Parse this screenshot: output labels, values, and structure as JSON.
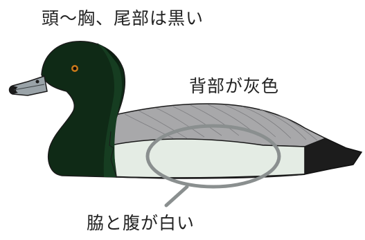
{
  "labels": {
    "head_chest_tail": "頭〜胸、尾部は黒い",
    "back": "背部が灰色",
    "flank_belly": "脇と腹が白い"
  },
  "colors": {
    "background": "#ffffff",
    "head_black_green": "#0f2a16",
    "head_shading": "#163d21",
    "bill_gray": "#9aa3a8",
    "nail_black": "#1a1a1a",
    "eye_ring": "#c87a1a",
    "back_gray": "#a8a8aa",
    "flank_white": "#e4ece4",
    "tail_black": "#1c1c1c",
    "outline": "#1a1a1a",
    "highlight_circle": "#8a8f8f",
    "text": "#222222"
  },
  "icons": {
    "bird": "tufted-duck-decoy-illustration",
    "callout": "ellipse-with-pointer-line"
  }
}
